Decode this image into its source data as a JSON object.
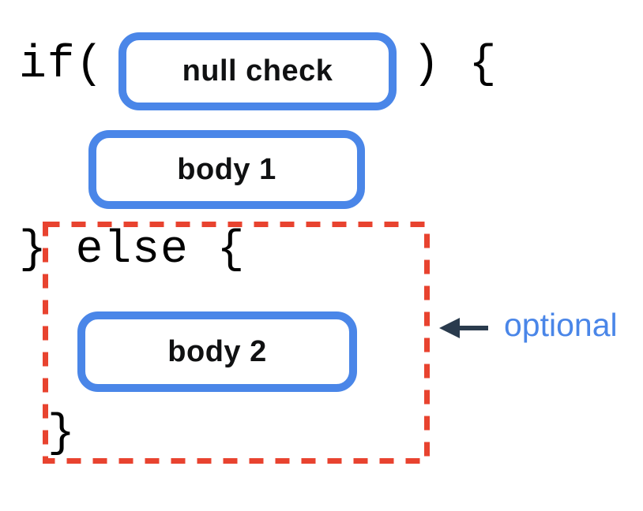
{
  "code": {
    "if_open": "if(",
    "if_close": ") {",
    "else_line": "} else {",
    "closing_brace": "}"
  },
  "boxes": {
    "condition": "null check",
    "body1": "body 1",
    "body2": "body 2"
  },
  "annotation": {
    "label": "optional"
  },
  "colors": {
    "box_border": "#4a86e8",
    "box_fill": "#ffffff",
    "dashed_outline": "#e8432f",
    "arrow": "#2a3b4d",
    "annotation_text": "#4a86e8",
    "code_text": "#000000",
    "box_label_text": "#101112",
    "background": "#ffffff"
  }
}
